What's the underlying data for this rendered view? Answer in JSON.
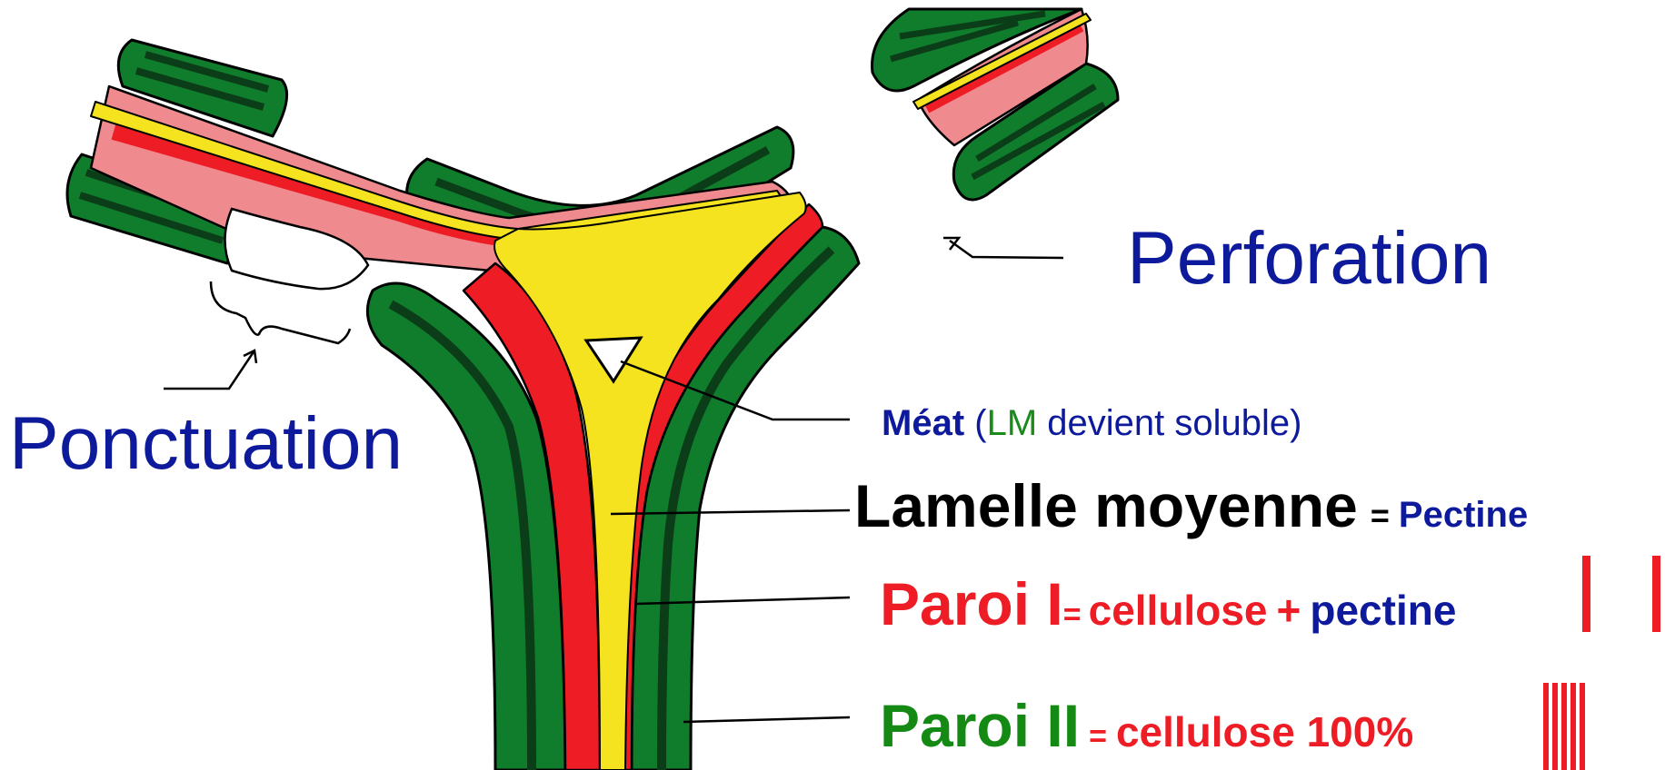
{
  "labels": {
    "ponctuation": "Ponctuation",
    "perforation": "Perforation",
    "meat": {
      "term": "Méat",
      "open": " (",
      "lm": "LM",
      "rest": " devient soluble)"
    },
    "lamelle": {
      "term": "Lamelle moyenne",
      "eq": "=",
      "value": "Pectine"
    },
    "paroi1": {
      "term": "Paroi I",
      "eq": "=",
      "value1": "cellulose",
      "plus": "+",
      "value2": "pectine"
    },
    "paroi2": {
      "term": "Paroi II",
      "eq": "=",
      "value": "cellulose 100%"
    }
  },
  "colors": {
    "lamelle_moyenne": "#f5e31f",
    "paroi_primaire": "#ee1c24",
    "paroi_primaire_light": "#ef8a8f",
    "paroi_secondaire": "#0f7d2c",
    "paroi_secondaire_dark": "#0b3d18",
    "label_blue": "#0d1a9c"
  },
  "symbols": {
    "paroi1_layers": 2,
    "paroi2_layers": 5
  }
}
